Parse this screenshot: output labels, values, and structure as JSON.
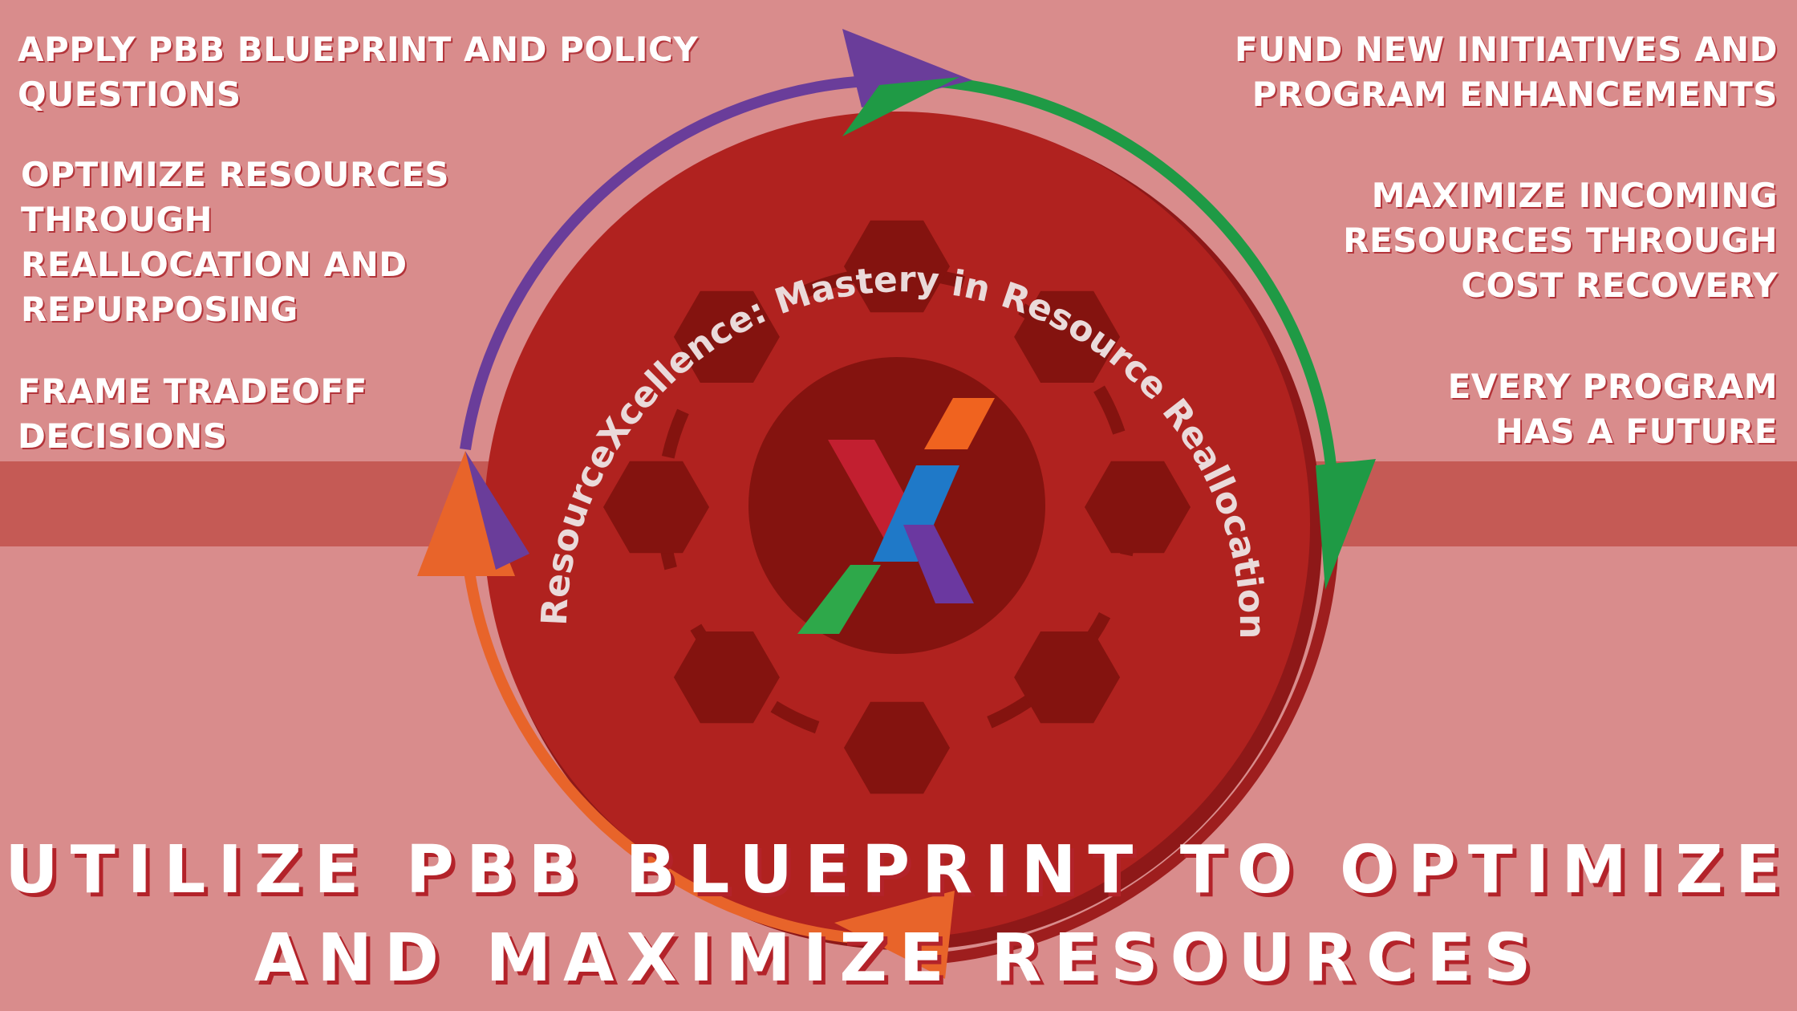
{
  "diagram_title": "ResourceXcellence: Mastery in Resource Reallocation and Maximization",
  "left_notes": [
    "APPLY PBB BLUEPRINT AND POLICY\nQUESTIONS",
    "OPTIMIZE RESOURCES\nTHROUGH\nREALLOCATION AND\nREPURPOSING",
    "FRAME TRADEOFF\nDECISIONS"
  ],
  "right_notes": [
    "FUND NEW INITIATIVES AND\nPROGRAM ENHANCEMENTS",
    "MAXIMIZE INCOMING\nRESOURCES THROUGH\nCOST RECOVERY",
    "EVERY PROGRAM\nHAS A FUTURE"
  ],
  "headline": "UTILIZE PBB BLUEPRINT TO OPTIMIZE\nAND MAXIMIZE RESOURCES",
  "logo_icon": "x-logo-icon",
  "node_icon": "hexagon-icon",
  "colors": {
    "background": "#d98c8c",
    "band": "#c55a55",
    "disc": "#b0221f",
    "disc_dark": "#84130f",
    "arrow_purple": "#6a3d9a",
    "arrow_green": "#1f9a45",
    "arrow_orange": "#e8642a",
    "arrow_red": "#9e1e1e",
    "logo_red": "#c21f30",
    "logo_blue": "#1f79c8",
    "logo_orange": "#f0631f",
    "logo_green": "#2ea84a",
    "logo_purple": "#6b38a0"
  }
}
